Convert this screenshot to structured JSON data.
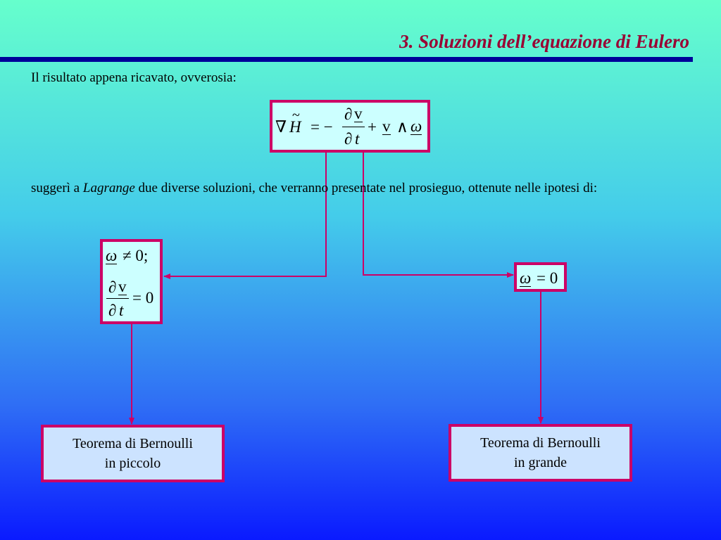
{
  "slide": {
    "title": "3. Soluzioni dell’equazione di Eulero",
    "intro": "Il risultato appena ricavato, ovverosia:",
    "para_before": "suggerì a ",
    "para_italic": "Lagrange",
    "para_after": " due diverse soluzioni, che verranno presentate nel prosieguo, ottenute nelle ipotesi di:"
  },
  "equation": {
    "nabla": "∇",
    "H": "H",
    "tilde": "~",
    "eq_minus": "= −",
    "partial": "∂",
    "v": "v",
    "t": "t",
    "plus": "+",
    "wedge": "∧",
    "omega": "ω"
  },
  "left_condition": {
    "omega": "ω",
    "neq_zero": "≠ 0;",
    "partial": "∂",
    "v": "v",
    "t": "t",
    "eq_zero": "= 0"
  },
  "right_condition": {
    "omega": "ω",
    "eq_zero": "= 0"
  },
  "results": {
    "left_line1": "Teorema di Bernoulli",
    "left_line2": "in piccolo",
    "right_line1": "Teorema di Bernoulli",
    "right_line2": "in grande"
  },
  "colors": {
    "title": "#990033",
    "rule": "#000099",
    "box_border": "#cc0066",
    "connector": "#cc0066"
  }
}
